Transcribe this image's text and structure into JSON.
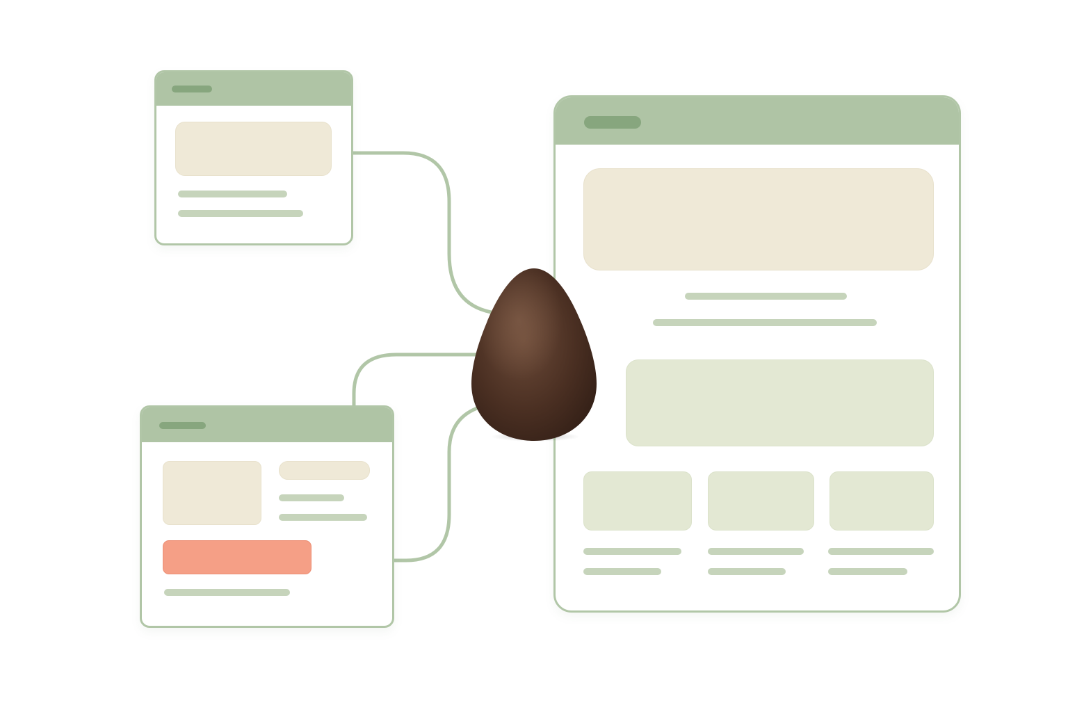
{
  "diagram": {
    "nodes": [
      {
        "id": "small-window-top",
        "kind": "window",
        "content": [
          "image-placeholder",
          "text-line",
          "text-line"
        ]
      },
      {
        "id": "small-window-bottom",
        "kind": "window",
        "content": [
          "image-placeholder",
          "text-line",
          "text-line",
          "text-line",
          "button",
          "text-line"
        ]
      },
      {
        "id": "large-window",
        "kind": "window",
        "content": [
          "hero-placeholder",
          "text-line",
          "text-line",
          "banner-placeholder",
          "card",
          "card",
          "card"
        ]
      },
      {
        "id": "seed-hub",
        "kind": "hub",
        "icon": "seed-icon"
      }
    ],
    "edges": [
      {
        "from": "small-window-top",
        "to": "seed-hub"
      },
      {
        "from": "small-window-bottom",
        "to": "seed-hub"
      },
      {
        "from": "small-window-bottom",
        "to": "seed-hub"
      }
    ]
  },
  "colors": {
    "frame": "#b1c6a7",
    "titlebar": "#afc4a5",
    "title_pill": "#87a67e",
    "cream_block": "#efe9d7",
    "sage_block": "#e3e8d3",
    "text_line": "#c6d4bb",
    "cta": "#f59f86",
    "seed": "#4a2f22"
  }
}
